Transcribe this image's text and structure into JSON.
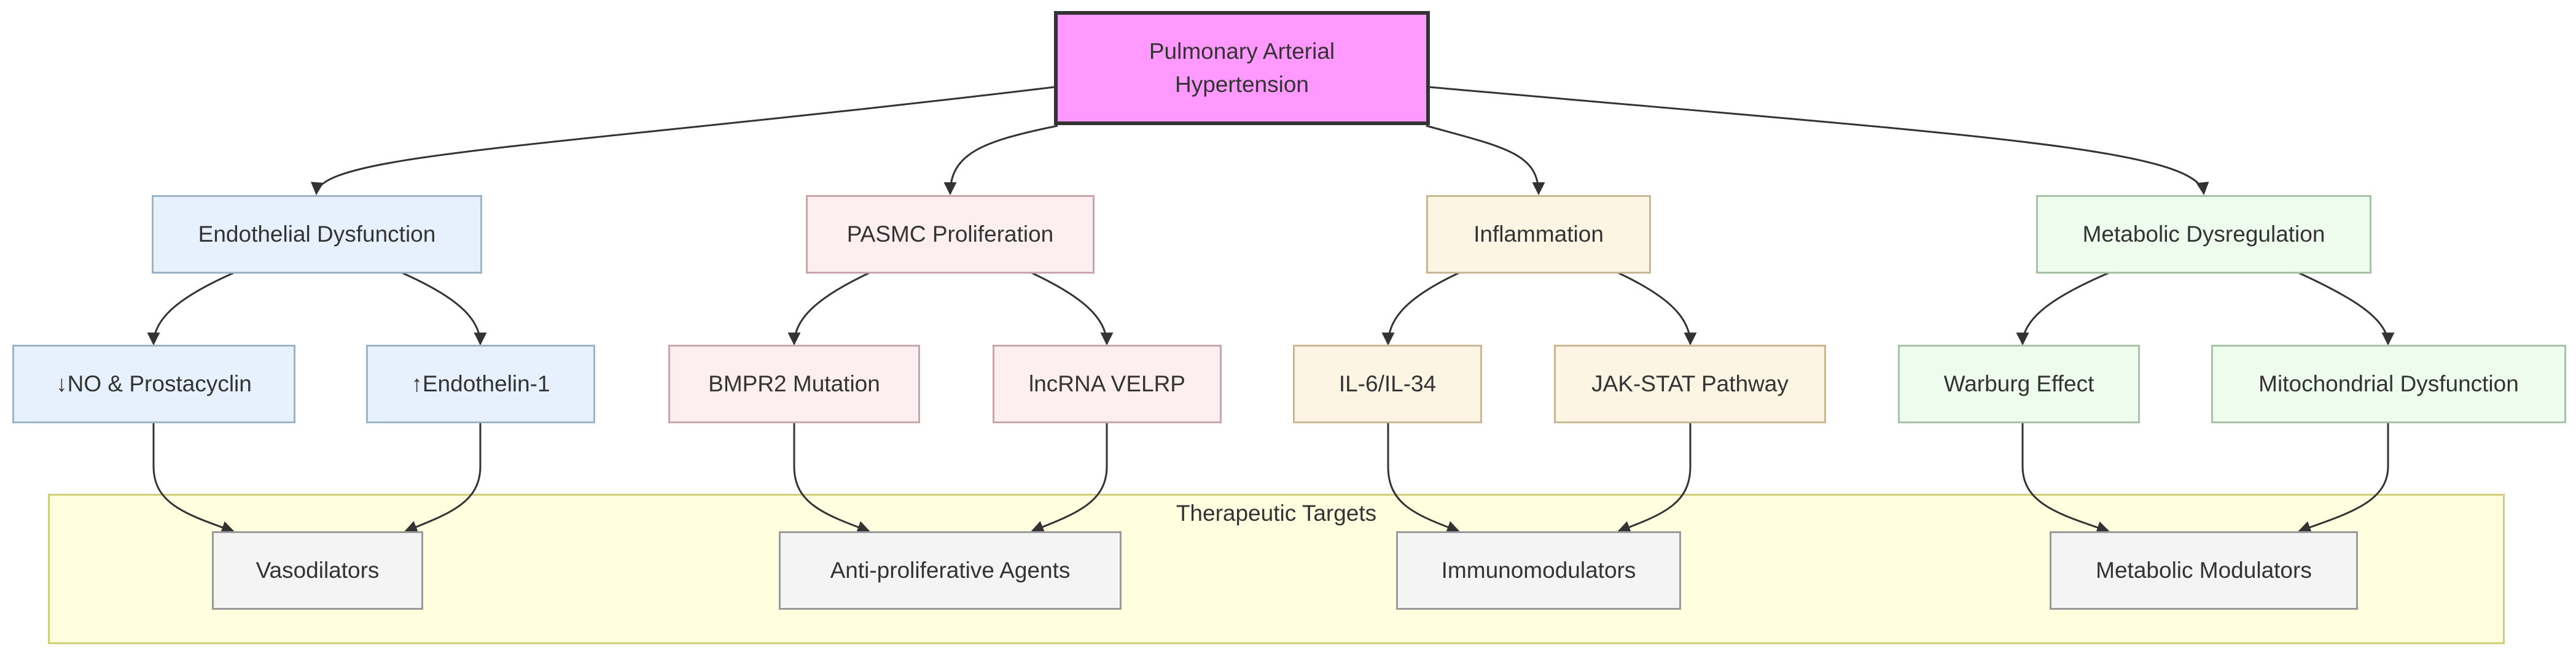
{
  "root": {
    "label_line1": "Pulmonary Arterial",
    "label_line2": "Hypertension"
  },
  "categories": {
    "endothelial": "Endothelial Dysfunction",
    "pasmc": "PASMC Proliferation",
    "inflammation": "Inflammation",
    "metabolic": "Metabolic Dysregulation"
  },
  "mechanisms": {
    "no_prostacyclin": "↓NO & Prostacyclin",
    "endothelin": "↑Endothelin-1",
    "bmpr2": "BMPR2 Mutation",
    "lncrna": "lncRNA VELRP",
    "il6": "IL-6/IL-34",
    "jakstat": "JAK-STAT Pathway",
    "warburg": "Warburg Effect",
    "mito": "Mitochondrial Dysfunction"
  },
  "therapeutic_targets": {
    "title": "Therapeutic Targets",
    "vasodilators": "Vasodilators",
    "antiproliferative": "Anti-proliferative Agents",
    "immunomodulators": "Immunomodulators",
    "metabolic_modulators": "Metabolic Modulators"
  },
  "colors": {
    "root_fill": "#ff99ff",
    "endothelial_fill": "#e6f1fd",
    "pasmc_fill": "#fdeff1",
    "inflammation_fill": "#fdf5e3",
    "metabolic_fill": "#eefcee",
    "target_fill": "#f4f4f4",
    "cluster_fill": "#ffffdf",
    "edge": "#333333"
  }
}
